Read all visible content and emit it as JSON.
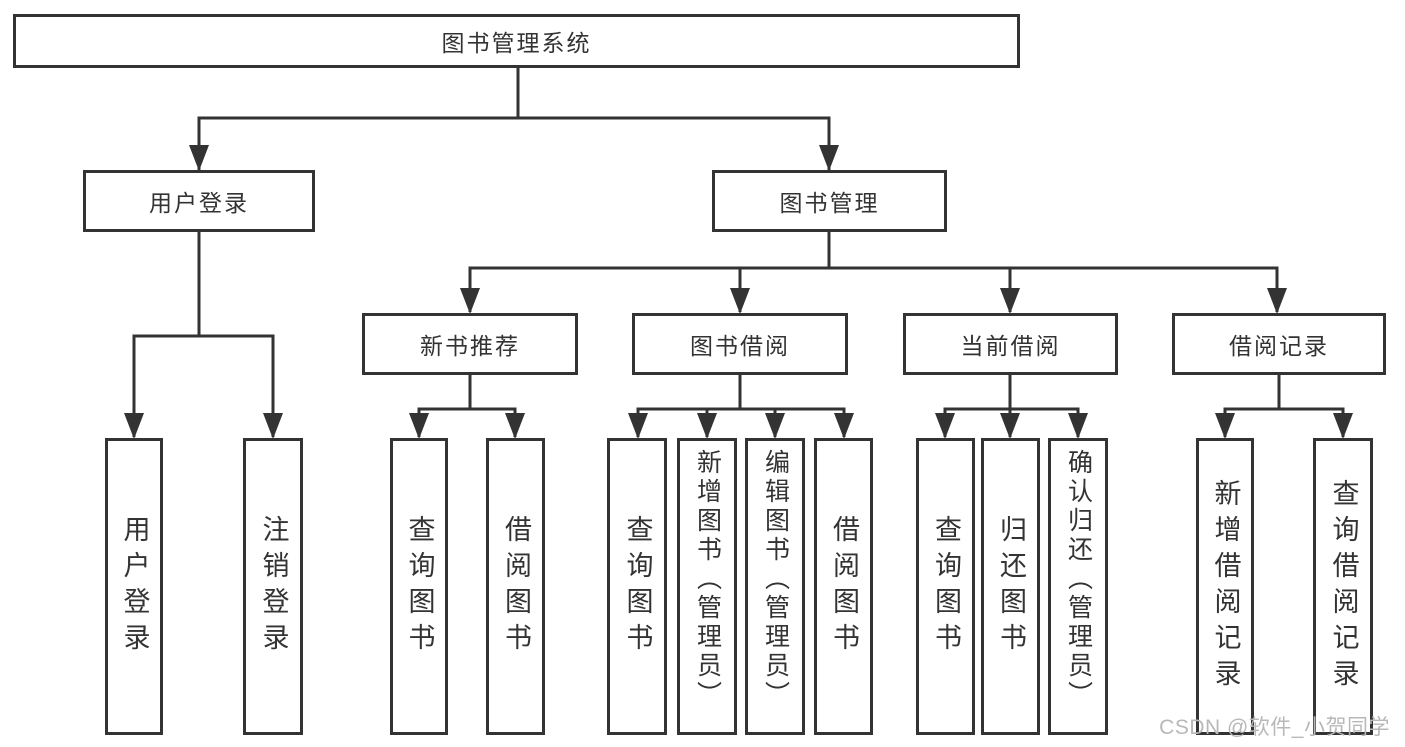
{
  "tree": {
    "root": {
      "label": "图书管理系统"
    },
    "branches": [
      {
        "label": "用户登录",
        "children": [
          "用户登录",
          "注销登录"
        ]
      },
      {
        "label": "图书管理",
        "groups": [
          {
            "label": "新书推荐",
            "children": [
              "查询图书",
              "借阅图书"
            ]
          },
          {
            "label": "图书借阅",
            "children": [
              "查询图书",
              "新增图书（管理员）",
              "编辑图书（管理员）",
              "借阅图书"
            ]
          },
          {
            "label": "当前借阅",
            "children": [
              "查询图书",
              "归还图书",
              "确认归还（管理员）"
            ]
          },
          {
            "label": "借阅记录",
            "children": [
              "新增借阅记录",
              "查询借阅记录"
            ]
          }
        ]
      }
    ]
  },
  "watermark": {
    "text": "CSDN @软件_小贺同学"
  },
  "colors": {
    "line": "#333333",
    "text": "#333333",
    "box_background": "#ffffff",
    "page_background": "#ffffff",
    "watermark": "#b8b8b8"
  }
}
